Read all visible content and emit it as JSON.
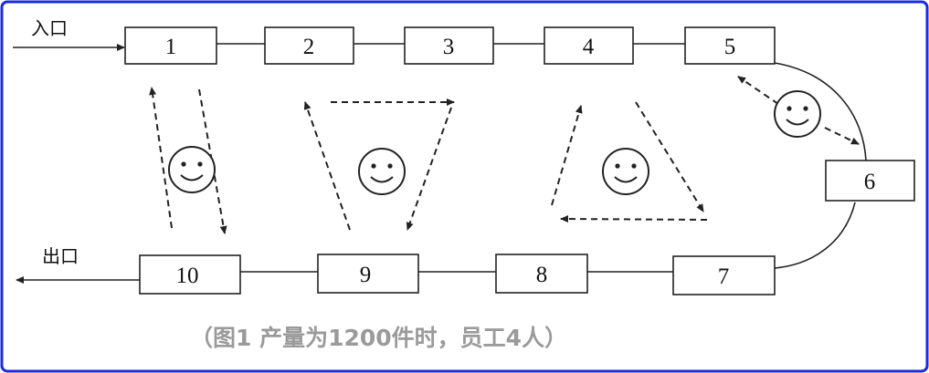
{
  "stations": [
    "1",
    "2",
    "3",
    "4",
    "5",
    "6",
    "7",
    "8",
    "9",
    "10"
  ],
  "entrance_label": "入口",
  "exit_label": "出口",
  "caption": "（图1 产量为1200件时，员工4人）",
  "colors": {
    "frame_border": "#1a2be0",
    "caption_text": "#9a9a9a",
    "line": "#222222"
  },
  "icons": {
    "worker": "smiley-face-icon"
  }
}
